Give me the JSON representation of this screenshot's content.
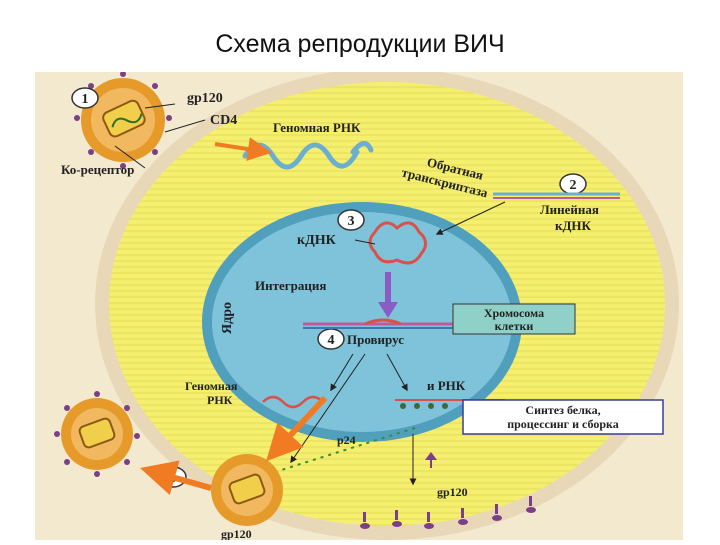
{
  "slide": {
    "title": "Схема репродукции ВИЧ"
  },
  "diagram": {
    "steps": [
      "1",
      "2",
      "3",
      "4",
      "5"
    ],
    "labels": {
      "gp120_top": "gp120",
      "cd4": "CD4",
      "coreceptor": "Ко-рецептор",
      "genomic_rna_top": "Геномная РНК",
      "rt_line1": "Обратная",
      "rt_line2": "транскриптаза",
      "linear_dna_line1": "Линейная",
      "linear_dna_line2": "кДНК",
      "cdna": "кДНК",
      "nucleus": "Ядро",
      "integration": "Интеграция",
      "chromosome_line1": "Хромосома",
      "chromosome_line2": "клетки",
      "provirus": "Провирус",
      "genomic_rna_bottom_line1": "Геномная",
      "genomic_rna_bottom_line2": "РНК",
      "mrna": "и РНК",
      "synthesis_line1": "Синтез белка,",
      "synthesis_line2": "процессинг и сборка",
      "p24": "p24",
      "gp120_mid": "gp120",
      "gp120_bottom": "gp120"
    },
    "colors": {
      "outer_bg": "#f3e9cf",
      "cytoplasm": "#f4ef6e",
      "membrane": "#e9d8b8",
      "nucleus": "#7ec3da",
      "nucleus_rim": "#4f9fbd",
      "virion": "#e59a2a",
      "capsid": "#f1cf4a",
      "spike": "#7a3f86",
      "arrow": "#f07b23",
      "rna": "#6aaed0"
    }
  }
}
